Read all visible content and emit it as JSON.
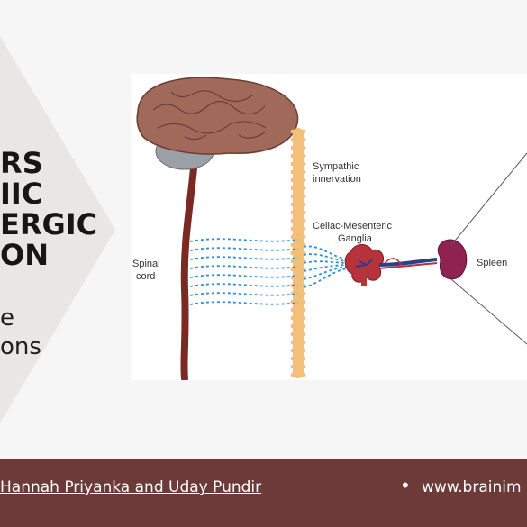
{
  "header": {
    "title_lines": [
      "RS",
      "IIC",
      "ERGIC",
      "ON"
    ],
    "subtitle_lines": [
      "e",
      "ons"
    ]
  },
  "diagram": {
    "labels": {
      "sympathic": [
        "Sympathic",
        "innervation"
      ],
      "ganglia": [
        "Celiac-Mesenteric",
        "Ganglia"
      ],
      "spinal": [
        "Spinal",
        "cord"
      ],
      "spleen": "Spleen"
    },
    "colors": {
      "brain": "#a0695a",
      "spinal_cord": "#7a2a22",
      "sympathetic_chain": "#f2c078",
      "nerve_fibers": "#2e8fd6",
      "ganglia": "#b7333c",
      "spleen": "#8f2251",
      "vessel": "#2d3f8a"
    }
  },
  "footer": {
    "credit": "Hannah Priyanka and Uday Pundir",
    "website": "www.brainim",
    "background": "#6b3a39"
  }
}
